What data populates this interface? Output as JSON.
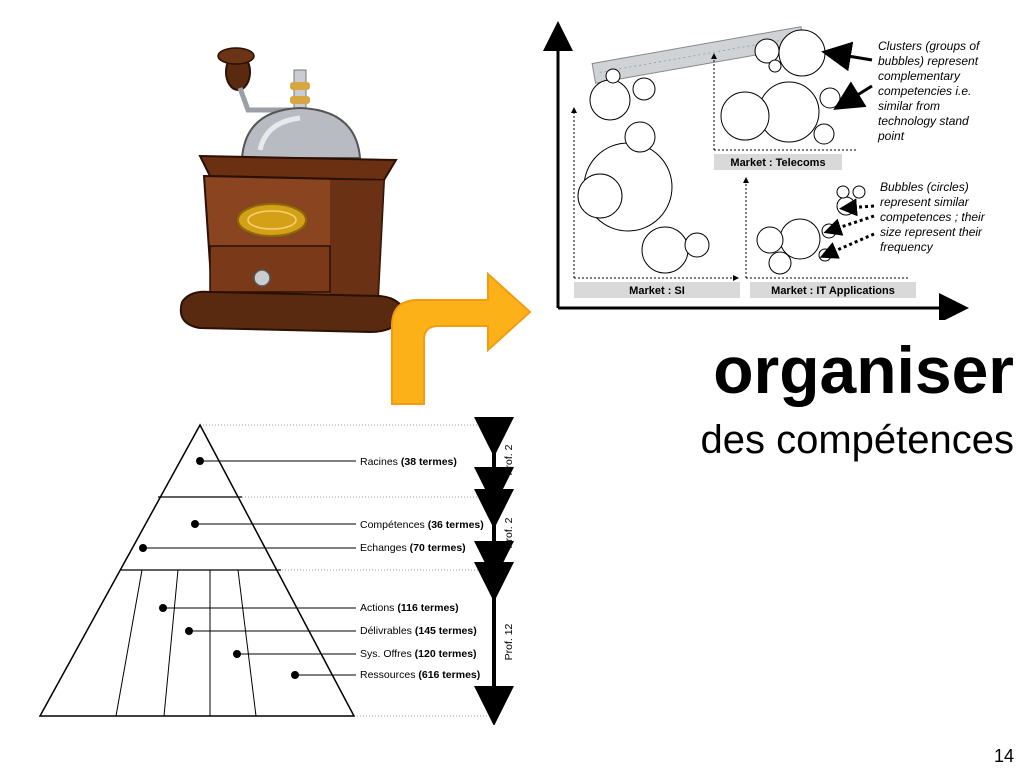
{
  "title": {
    "main": "organiser",
    "sub": "des compétences"
  },
  "page_number": "14",
  "bubble_chart": {
    "markets": [
      {
        "id": "si",
        "label": "Market : SI"
      },
      {
        "id": "it",
        "label": "Market : IT Applications"
      },
      {
        "id": "tel",
        "label": "Market : Telecoms"
      }
    ],
    "annotations": {
      "clusters": [
        "Clusters (groups of",
        "bubbles) represent",
        "complementary",
        "competencies i.e.",
        "similar from",
        "technology stand",
        "point"
      ],
      "bubbles": [
        "Bubbles (circles)",
        "represent similar",
        "competences ; their",
        "size represent their",
        "frequency"
      ]
    }
  },
  "pyramid": {
    "levels": [
      {
        "name": "Racines",
        "count": "(38 termes)"
      },
      {
        "name": "Compétences",
        "count": "(36 termes)"
      },
      {
        "name": "Echanges",
        "count": "(70 termes)"
      },
      {
        "name": "Actions",
        "count": "(116 termes)"
      },
      {
        "name": "Délivrables",
        "count": "(145 termes)"
      },
      {
        "name": "Sys. Offres",
        "count": "(120 termes)"
      },
      {
        "name": "Ressources",
        "count": "(616 termes)"
      }
    ],
    "depths": [
      "Prof. 2",
      "Prof. 2",
      "Prof. 12"
    ]
  },
  "colors": {
    "arrow_fill": "#fbb117",
    "arrow_stroke": "#f39c12",
    "label_bg": "#d9d9d9",
    "wood": "#7a3a1a",
    "wood_dark": "#4a1f0c",
    "brass": "#d4a017",
    "chrome": "#b8bcc2"
  }
}
